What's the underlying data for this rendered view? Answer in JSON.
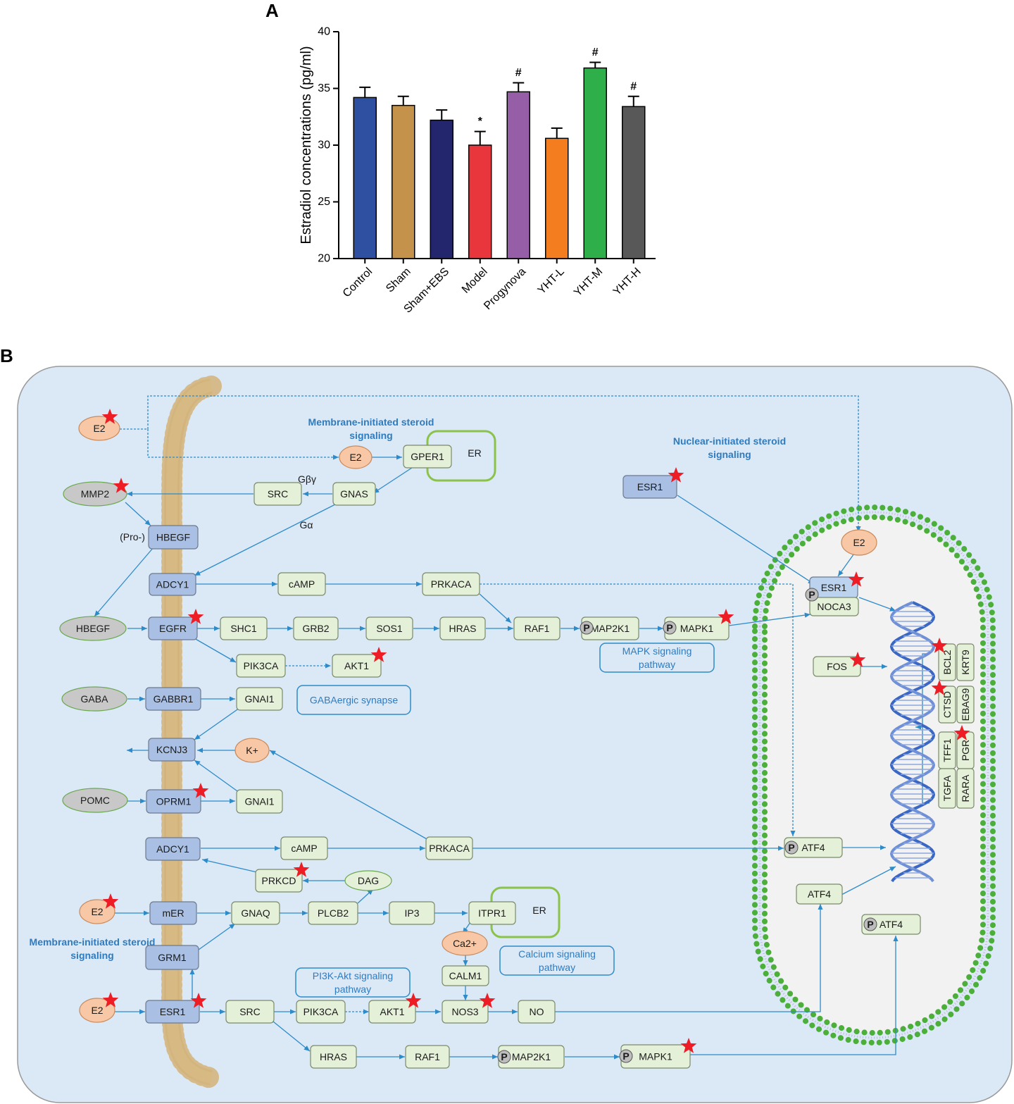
{
  "panel_a_letter": "A",
  "panel_b_letter": "B",
  "chart_data": {
    "type": "bar",
    "ylabel": "Estradiol concentrations (pg/ml)",
    "xlabel": "",
    "ylim": [
      20,
      40
    ],
    "yticks": [
      20,
      25,
      30,
      35,
      40
    ],
    "categories": [
      "Control",
      "Sham",
      "Sham+EBS",
      "Model",
      "Progynova",
      "YHT-L",
      "YHT-M",
      "YHT-H"
    ],
    "values": [
      34.2,
      33.5,
      32.2,
      30.0,
      34.7,
      30.6,
      36.8,
      33.4
    ],
    "errors": [
      0.9,
      0.8,
      0.9,
      1.2,
      0.8,
      0.9,
      0.5,
      0.9
    ],
    "significance": [
      "",
      "",
      "",
      "*",
      "#",
      "",
      "#",
      "#"
    ],
    "colors": [
      "#2f4fa0",
      "#c4924a",
      "#23266d",
      "#e8363c",
      "#955ea7",
      "#f47d20",
      "#2eaf4a",
      "#585858"
    ],
    "grid": false
  },
  "diagram": {
    "labels": {
      "membrane_top": "Membrane-initiated steroid\nsignaling",
      "nuclear": "Nuclear-initiated steroid\nsignaling",
      "membrane_bottom": "Membrane-initiated steroid\nsignaling",
      "gby": "Gβγ",
      "ga": "Gα",
      "pro": "(Pro-)",
      "er_top": "ER",
      "er_bottom": "ER",
      "phospho": "P"
    },
    "pathway_boxes": {
      "mapk": "MAPK signaling\npathway",
      "gaba": "GABAergic synapse",
      "calcium": "Calcium signaling\npathway",
      "pi3k": "PI3K-Akt signaling\npathway"
    },
    "membrane_nodes": [
      "HBEGF",
      "ADCY1",
      "EGFR",
      "GABBR1",
      "KCNJ3",
      "OPRM1",
      "ADCY1",
      "mER",
      "GRM1",
      "ESR1",
      "ESR1",
      "ESR1"
    ],
    "cyto_nodes": [
      "GPER1",
      "GNAS",
      "SRC",
      "SHC1",
      "GRB2",
      "SOS1",
      "HRAS",
      "RAF1",
      "MAP2K1",
      "MAPK1",
      "PIK3CA",
      "AKT1",
      "GNAI1",
      "GNAI1",
      "cAMP",
      "PRKACA",
      "cAMP",
      "PRKACA",
      "PRKCD",
      "GNAQ",
      "PLCB2",
      "IP3",
      "ITPR1",
      "CALM1",
      "NOS3",
      "NO",
      "SRC",
      "PIK3CA",
      "AKT1",
      "HRAS",
      "RAF1",
      "MAP2K1",
      "MAPK1",
      "NOCA3",
      "FOS",
      "ATF4",
      "ATF4",
      "ATF4"
    ],
    "ligand_nodes": [
      "E2",
      "E2",
      "E2",
      "E2",
      "E2",
      "K+",
      "Ca2+"
    ],
    "ellipse_nodes": [
      "MMP2",
      "HBEGF",
      "GABA",
      "POMC",
      "DAG"
    ],
    "target_genes": [
      "BCL2",
      "KRT9",
      "CTSD",
      "EBAG9",
      "TFF1",
      "PGR",
      "TGFA",
      "RARA"
    ]
  },
  "colors": {
    "bg_cell": "#dbe9f7",
    "node_blue": "#a9c0e4",
    "node_green": "#e5f0d9",
    "ligand": "#f8c8a6",
    "ellipse_grey": "#c8c8c8",
    "arrow": "#2e8bc9",
    "star": "#ee1c25",
    "membrane_green": "#4caf3a",
    "dna": "#3a67c4"
  }
}
